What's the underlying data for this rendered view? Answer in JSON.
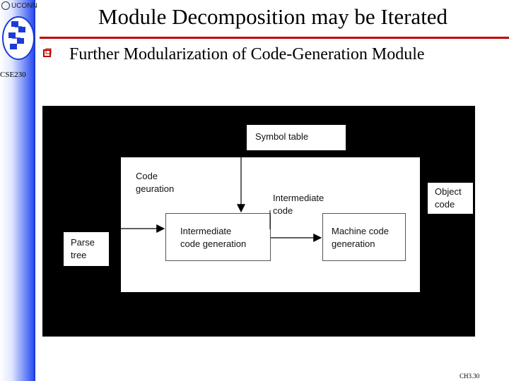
{
  "branding": {
    "university": "UCONN",
    "course_code": "CSE230"
  },
  "slide": {
    "title": "Module Decomposition may be Iterated",
    "bullet": "Further Modularization of Code-Generation Module",
    "footer": "CH3.30"
  },
  "diagram": {
    "symbol_table": "Symbol table",
    "code_generation_label": [
      "Code",
      "geuration"
    ],
    "intermediate_code_label": [
      "Intermediate",
      "code"
    ],
    "object_code": [
      "Object",
      "code"
    ],
    "parse_tree": [
      "Parse",
      "tree"
    ],
    "intermediate_generation": [
      "Intermediate",
      "code generation"
    ],
    "machine_generation": [
      "Machine code",
      "generation"
    ]
  },
  "colors": {
    "accent_red": "#c00000",
    "sidebar_blue": "#2a4cf0",
    "diagram_background": "#000000"
  },
  "icons": {
    "bullet": "hollow-square-bullet-icon"
  }
}
